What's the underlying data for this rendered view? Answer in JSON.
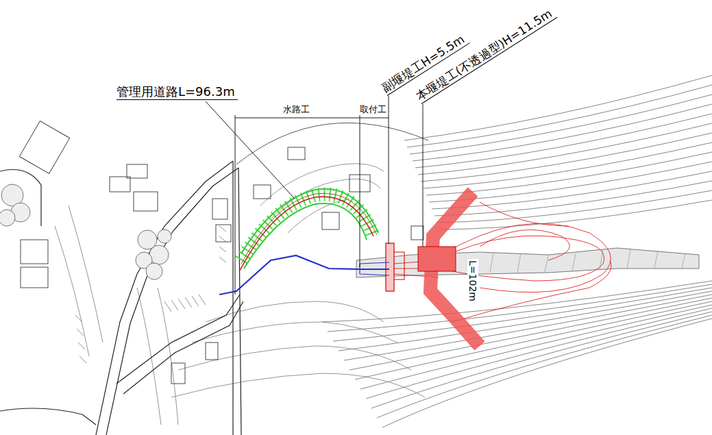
{
  "diagram": {
    "labels": [
      "管理用道路L=96.3m",
      "水路工",
      "取付工",
      "副堰堤工H=5.5m",
      "本堰堤工(不透過型)H=11.5m",
      "L=102m"
    ]
  }
}
